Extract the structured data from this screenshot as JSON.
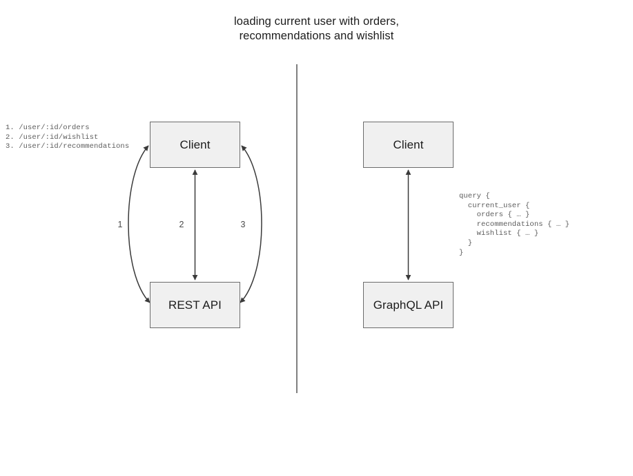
{
  "title": "loading current user with orders,\nrecommendations and wishlist",
  "divider": {
    "name": "vertical-divider"
  },
  "rest_side": {
    "client_label": "Client",
    "api_label": "REST API",
    "endpoints": "1. /user/:id/orders\n2. /user/:id/wishlist\n3. /user/:id/recommendations",
    "edge_labels": [
      "1",
      "2",
      "3"
    ]
  },
  "graphql_side": {
    "client_label": "Client",
    "api_label": "GraphQL API",
    "query": "query {\n  current_user {\n    orders { … }\n    recommendations { … }\n    wishlist { … }\n  }\n}"
  },
  "colors": {
    "node_fill": "#f0f0f0",
    "node_stroke": "#6b6b6b",
    "edge_stroke": "#3a3a3a",
    "divider": "#7f7f7f",
    "code_text": "#5c5c5c",
    "title_text": "#1c1c1c"
  }
}
